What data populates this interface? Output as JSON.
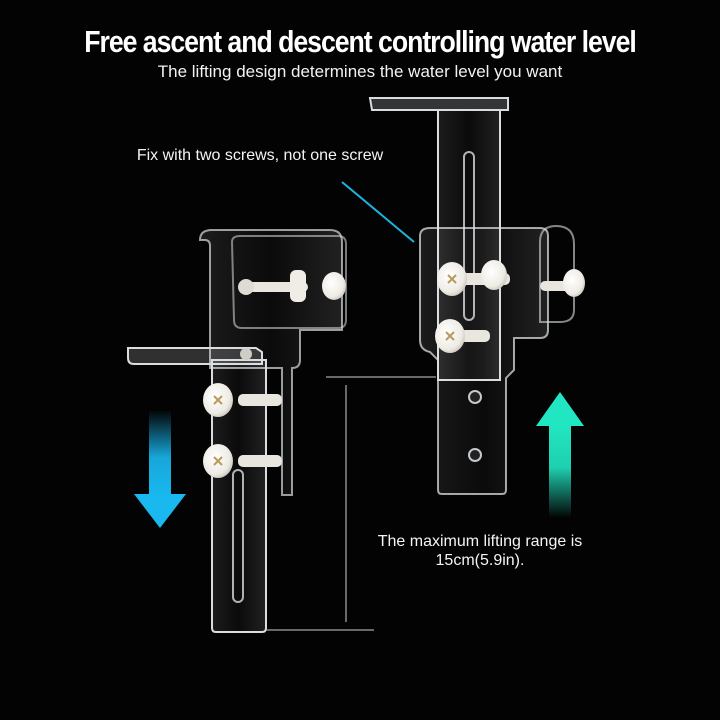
{
  "header": {
    "title": "Free ascent and descent controlling water level",
    "subtitle": "The lifting design determines the water level you want"
  },
  "annotations": {
    "screws_note": "Fix with two screws, not one screw",
    "range_note_line1": "The maximum lifting range is",
    "range_note_line2": "15cm(5.9in)."
  },
  "arrows": {
    "down": {
      "direction": "down",
      "color": "#19b8ef"
    },
    "up": {
      "direction": "up",
      "color": "#22e6c2"
    }
  },
  "colors": {
    "background": "#030303",
    "pointer_line": "#1cb5e0",
    "acrylic_edge": "#d9dde0",
    "knob": "#f1efe9"
  },
  "products": [
    {
      "name": "lowered-bracket",
      "state": "lowered"
    },
    {
      "name": "raised-bracket",
      "state": "raised"
    }
  ]
}
